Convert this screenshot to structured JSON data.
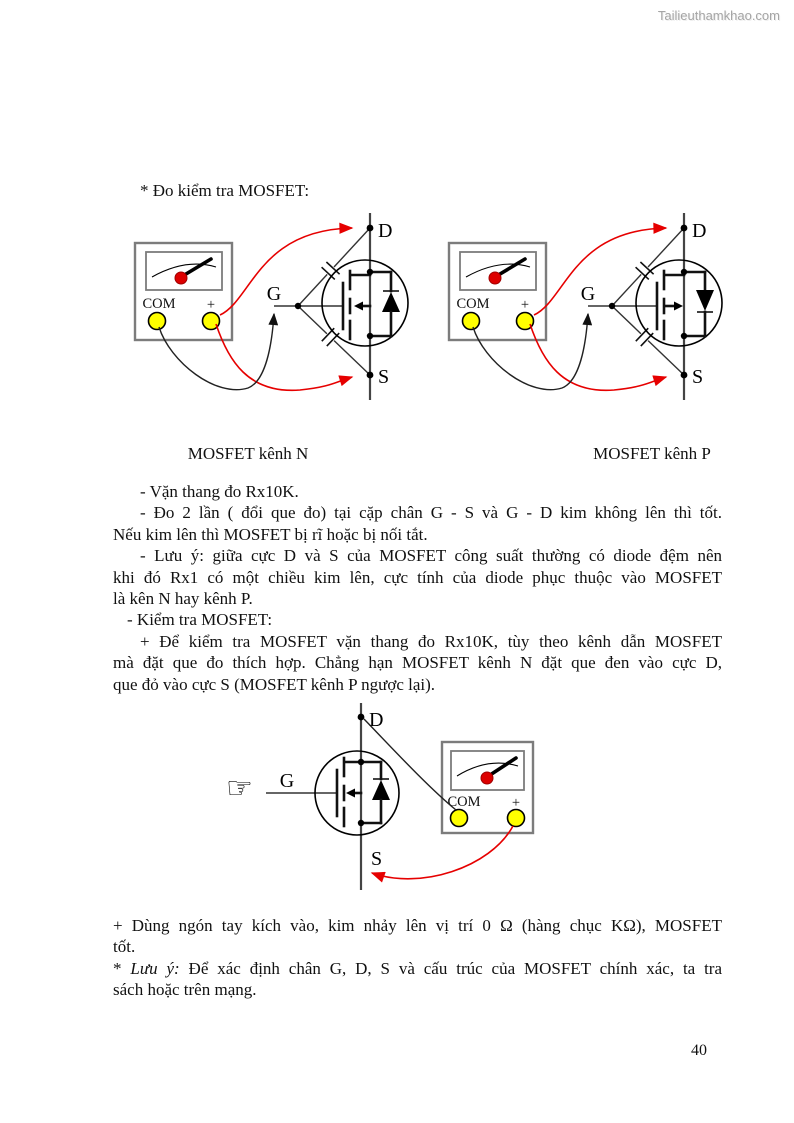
{
  "watermark": "Tailieuthamkhao.com",
  "title": "* Đo kiểm tra MOSFET:",
  "captions": {
    "left": "MOSFET kênh N",
    "right": "MOSFET kênh P"
  },
  "labels": {
    "drain": "D",
    "gate": "G",
    "source": "S",
    "com": "COM",
    "plus": "+"
  },
  "icons": {
    "pointing_hand": "☞"
  },
  "body": {
    "lines": [
      "- Vặn thang đo Rx10K.",
      "- Đo 2 lần ( đổi que đo) tại cặp chân G - S và G - D kim không lên thì tốt.",
      "Nếu kim lên thì MOSFET bị rĩ hoặc bị nối tắt.",
      "- Lưu ý: giữa cực D và S của MOSFET công suất thường có diode đệm nên",
      "khi đó Rx1 có một chiều kim lên, cực tính của diode phục thuộc vào MOSFET",
      "là kên N hay kênh P.",
      "- Kiểm tra MOSFET:",
      "+ Để kiểm tra MOSFET vặn thang đo Rx10K, tùy theo kênh dẫn MOSFET",
      "mà đặt que đo thích hợp. Chẳng hạn MOSFET kênh N đặt que đen vào cực D,",
      "que đỏ vào cực S (MOSFET kênh P ngược lại)."
    ]
  },
  "bottom": {
    "line1": "+ Dùng ngón tay kích vào, kim nhảy lên vị trí 0 Ω (hàng chục KΩ), MOSFET",
    "line2": "tốt.",
    "note_prefix": "* ",
    "note_label": "Lưu ý:",
    "note_rest": " Để xác định chân G, D, S và cấu trúc của MOSFET chính xác, ta tra",
    "line4": "sách hoặc trên mạng."
  },
  "page_number": "40",
  "colors": {
    "wire_red": "#e60000",
    "terminal_yellow": "#ffff00",
    "needle_pivot": "#dd0000"
  }
}
